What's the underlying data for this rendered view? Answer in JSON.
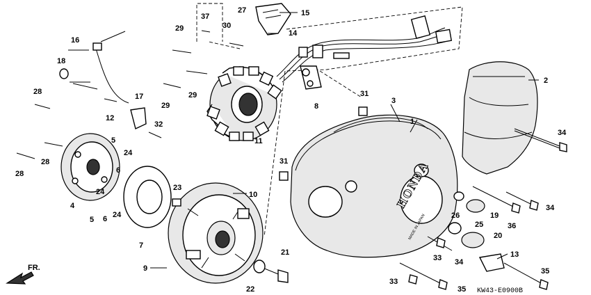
{
  "diagram": {
    "code": "KW43-E0900B",
    "direction": "FR.",
    "cover_logo": "HONDA",
    "cover_made_in": "MADE IN JAPAN",
    "part_labels": [
      "1",
      "2",
      "3",
      "4",
      "5",
      "5",
      "6",
      "6",
      "7",
      "8",
      "9",
      "10",
      "11",
      "12",
      "13",
      "14",
      "15",
      "16",
      "17",
      "18",
      "19",
      "20",
      "21",
      "22",
      "23",
      "24",
      "24",
      "24",
      "25",
      "26",
      "27",
      "28",
      "28",
      "28",
      "29",
      "29",
      "29",
      "30",
      "31",
      "31",
      "32",
      "33",
      "33",
      "34",
      "34",
      "34",
      "35",
      "35",
      "36",
      "37"
    ]
  }
}
